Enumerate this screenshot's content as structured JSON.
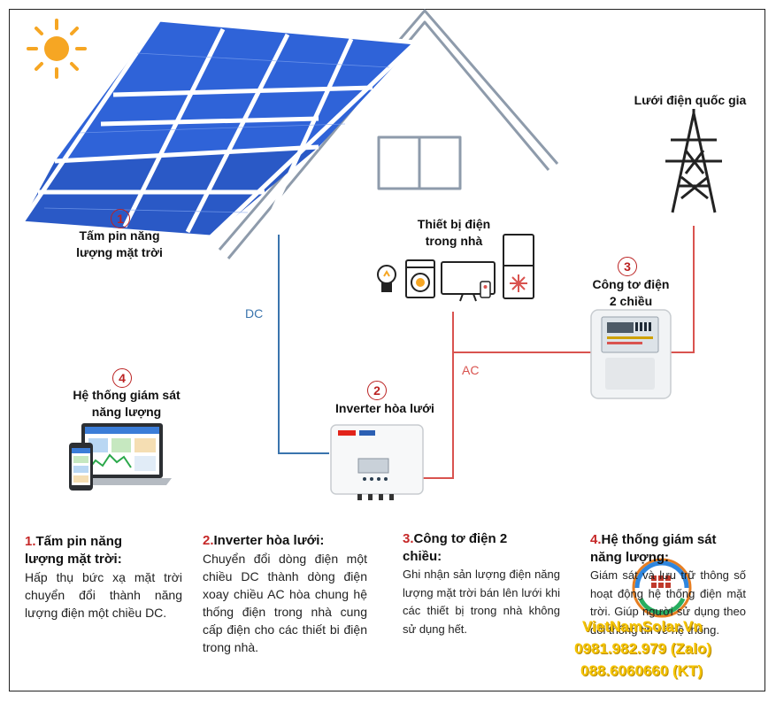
{
  "labels": {
    "panel": [
      "Tấm pin năng",
      "lượng mặt trời"
    ],
    "appliances": [
      "Thiết bị điện",
      "trong nhà"
    ],
    "grid": "Lưới điện quốc gia",
    "meter": [
      "Công tơ điện",
      "2 chiều"
    ],
    "monitor": [
      "Hệ thống giám sát",
      "năng lượng"
    ],
    "inverter": "Inverter hòa lưới"
  },
  "numbers": {
    "n1": "1",
    "n2": "2",
    "n3": "3",
    "n4": "4"
  },
  "wires": {
    "dc": "DC",
    "ac": "AC"
  },
  "colors": {
    "dc_line": "#3a74ad",
    "ac_line": "#d9534f",
    "number_circle": "#b22222",
    "panel_cell": "#2f63d8",
    "watermark": "#f5c400"
  },
  "descriptions": [
    {
      "num": "1.",
      "title_lines": [
        "Tấm pin năng",
        "lượng mặt trời:"
      ],
      "body": " Hấp thụ bức xạ mặt trời chuyển đổi thành năng lượng điện một chiều DC."
    },
    {
      "num": "2.",
      "title_lines": [
        "Inverter hòa lưới:"
      ],
      "body": " Chuyển đổi dòng điện một chiều DC thành dòng điện xoay chiều AC hòa chung hệ thống điện trong nhà cung cấp điện cho các thiết bi điện trong nhà."
    },
    {
      "num": "3.",
      "title_lines": [
        "Công tơ điện 2",
        "chiều:"
      ],
      "body": "Ghi nhận sản lượng điện năng lượng mặt trời bán lên lưới khi các thiết bị trong nhà không sử dụng hết."
    },
    {
      "num": "4.",
      "title_lines": [
        "Hệ thống giám sát",
        "năng lượng:"
      ],
      "body": "Giám sát và lưu trữ thông số hoạt động hệ thống điện mặt trời. Giúp người sử dụng theo dõi thông tin về hệ thống."
    }
  ],
  "watermark": {
    "brand": "VietNamSolar.Vn",
    "phone1": "0981.982.979 (Zalo)",
    "phone2": "088.6060660 (KT)"
  }
}
